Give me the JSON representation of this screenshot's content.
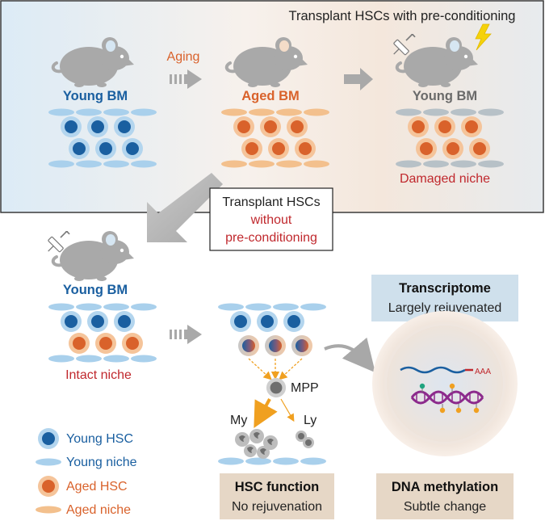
{
  "top_panel": {
    "title": "Transplant HSCs with pre-conditioning",
    "young_bm_label": "Young BM",
    "aging_label": "Aging",
    "aged_bm_label": "Aged BM",
    "recipient_bm_label": "Young BM",
    "damaged_niche_label": "Damaged niche"
  },
  "middle": {
    "transplant_box_line1": "Transplant HSCs",
    "transplant_box_line2": "without",
    "transplant_box_line3": "pre-conditioning"
  },
  "bottom_left": {
    "young_bm_label": "Young BM",
    "intact_niche_label": "Intact niche"
  },
  "differentiation": {
    "mpp_label": "MPP",
    "my_label": "My",
    "ly_label": "Ly"
  },
  "legend": {
    "young_hsc": "Young HSC",
    "young_niche": "Young niche",
    "aged_hsc": "Aged HSC",
    "aged_niche": "Aged niche"
  },
  "results": {
    "transcriptome_title": "Transcriptome",
    "transcriptome_value": "Largely rejuvenated",
    "hsc_function_title": "HSC function",
    "hsc_function_value": "No rejuvenation",
    "dna_methylation_title": "DNA methylation",
    "dna_methylation_value": "Subtle change",
    "polya_label": "AAA"
  },
  "colors": {
    "young_blue": "#1a5fa0",
    "aged_orange": "#d9622b",
    "damage_red": "#c0282d",
    "mouse_gray": "#a9a9a9",
    "arrow_gray": "#9a9a9a"
  }
}
